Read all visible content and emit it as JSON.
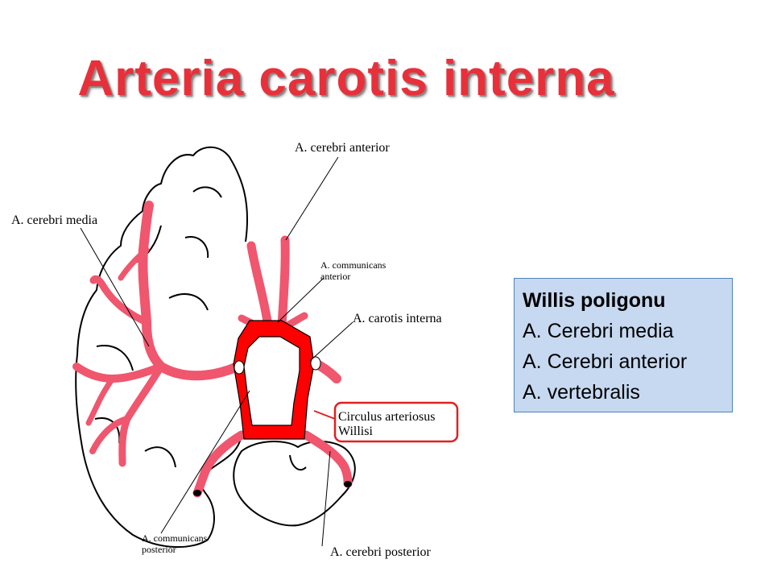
{
  "slide": {
    "title": "Arteria carotis interna"
  },
  "diagram": {
    "labels": {
      "cerebri_anterior": "A. cerebri anterior",
      "cerebri_media": "A. cerebri media",
      "communicans_anterior_line1": "A. communicans",
      "communicans_anterior_line2": "anterior",
      "carotis_interna": "A. carotis interna",
      "circulus_line1": "Circulus arteriosus",
      "circulus_line2": "Willisi",
      "communicans_posterior_line1": "A. communicans",
      "communicans_posterior_line2": "posterior",
      "cerebri_posterior": "A. cerebri posterior"
    },
    "colors": {
      "artery": "#f0566e",
      "circle": "#ff0000",
      "outline": "#000000"
    }
  },
  "info_box": {
    "title": "Willis poligonu",
    "items": [
      "A. Cerebri media",
      "A. Cerebri anterior",
      "A. vertebralis"
    ],
    "background": "#c6d9f1",
    "border": "#4f81bd"
  }
}
